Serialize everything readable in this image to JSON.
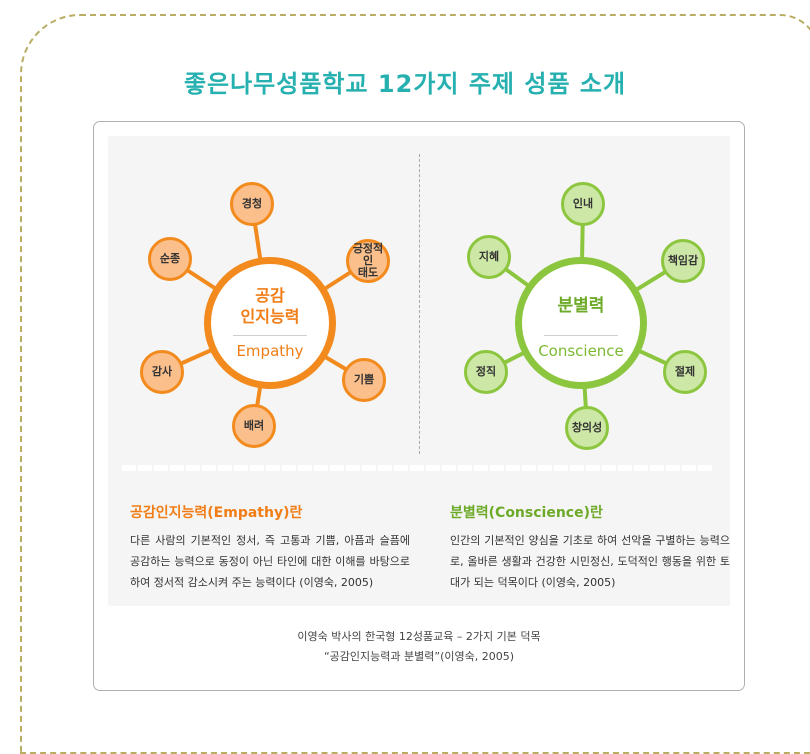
{
  "title": "좋은나무성품학교 12가지 주제 성품 소개",
  "empathy": {
    "center_title_line1": "공감",
    "center_title_line2": "인지능력",
    "center_sub": "Empathy",
    "satellites": [
      "경청",
      "긍정적인\n태도",
      "기쁨",
      "배려",
      "감사",
      "순종"
    ],
    "desc_title": "공감인지능력(Empathy)란",
    "desc_body": "다른 사람의 기본적인 정서, 즉 고통과 기쁨, 아픔과 슬픔에 공감하는 능력으로 동정이 아닌 타인에 대한 이해를 바탕으로 하여 정서적 감소시켜 주는 능력이다 (이영숙, 2005)"
  },
  "conscience": {
    "center_title": "분별력",
    "center_sub": "Conscience",
    "satellites": [
      "인내",
      "책임감",
      "절제",
      "창의성",
      "정직",
      "지혜"
    ],
    "desc_title": "분별력(Conscience)란",
    "desc_body": "인간의 기본적인 양심을 기초로 하여 선악을 구별하는 능력으로, 올바른 생활과 건강한 시민정신, 도덕적인 행동을 위한 토대가 되는 덕목이다 (이영숙, 2005)"
  },
  "caption": {
    "line1": "이영숙 박사의 한국형 12성품교육 – 2가지 기본 덕목",
    "line2": "“공감인지능력과 분별력”(이영숙, 2005)"
  },
  "colors": {
    "orange": "#f28a1d",
    "orange_light": "#fbbf8b",
    "green": "#8cc63f",
    "green_light": "#cde7a6",
    "title_teal": "#27b0b0"
  }
}
